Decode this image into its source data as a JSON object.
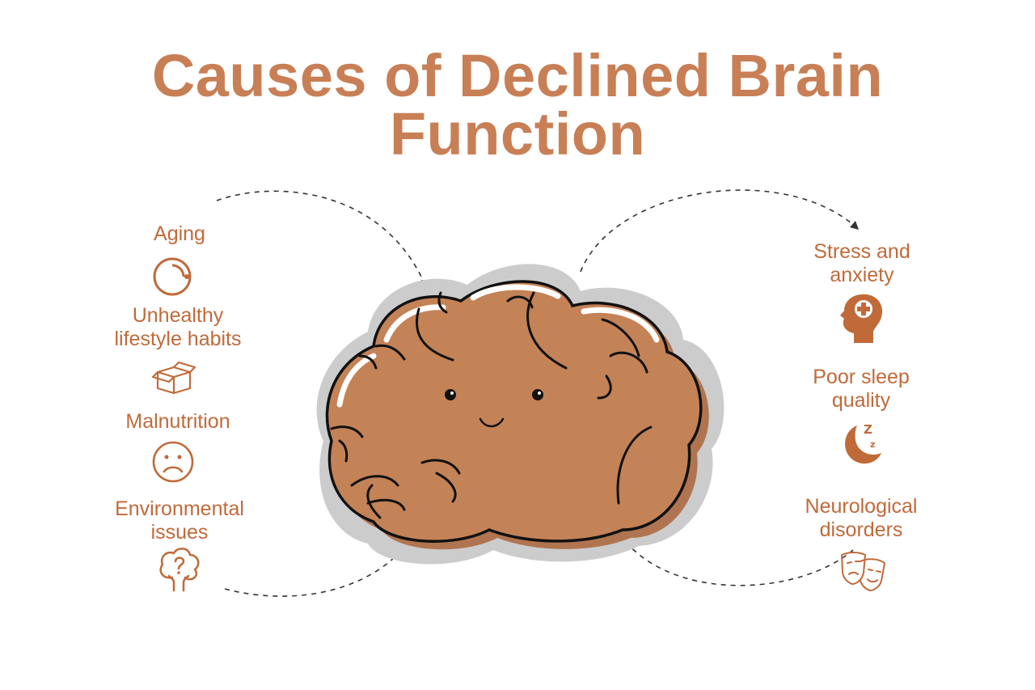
{
  "title_line1": "Causes of Declined Brain",
  "title_line2": "Function",
  "colors": {
    "accent": "#C87F55",
    "icon": "#C06A3A",
    "brain": "#C48257",
    "brain_shadow": "#B07550",
    "halo": "#CCCCCC",
    "outline": "#111111",
    "dash": "#333333"
  },
  "left_causes": [
    {
      "label_1": "Aging",
      "label_2": "",
      "icon": "circle-arc-icon"
    },
    {
      "label_1": "Unhealthy",
      "label_2": "lifestyle habits",
      "icon": "box-icon"
    },
    {
      "label_1": "Malnutrition",
      "label_2": "",
      "icon": "sad-face-icon"
    },
    {
      "label_1": "Environmental",
      "label_2": "issues",
      "icon": "tree-question-icon"
    }
  ],
  "right_causes": [
    {
      "label_1": "Stress and",
      "label_2": "anxiety",
      "icon": "head-medical-icon"
    },
    {
      "label_1": "Poor sleep",
      "label_2": "quality",
      "icon": "moon-zz-icon"
    },
    {
      "label_1": "Neurological",
      "label_2": "disorders",
      "icon": "theater-masks-icon"
    }
  ],
  "center_icon": "brain-character-icon"
}
